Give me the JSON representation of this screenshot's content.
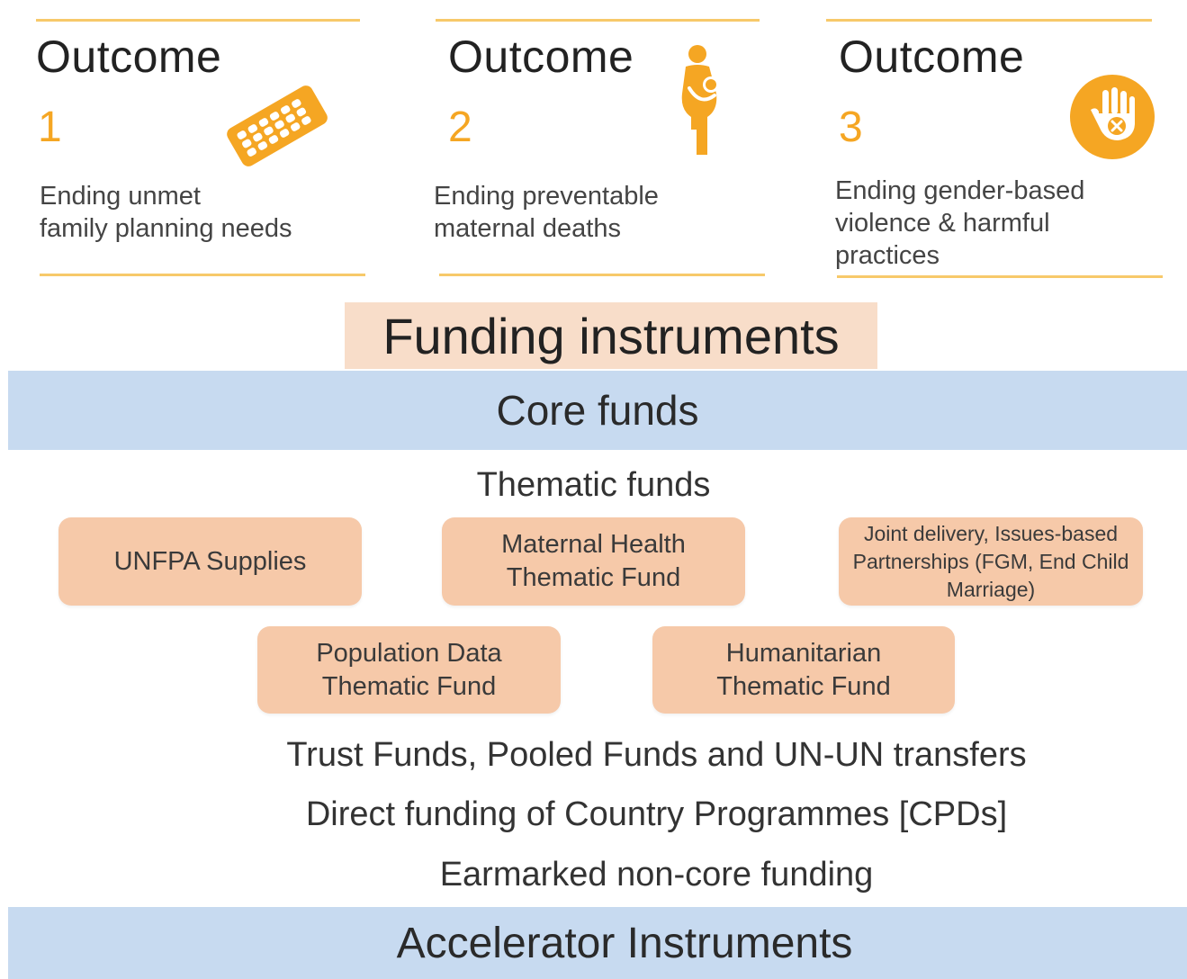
{
  "outcomes": [
    {
      "title": "Outcome",
      "number": "1",
      "description": "Ending unmet\nfamily planning needs",
      "icon": "contraceptive-pill-pack-icon"
    },
    {
      "title": "Outcome",
      "number": "2",
      "description": "Ending preventable\nmaternal deaths",
      "icon": "mother-and-child-icon"
    },
    {
      "title": "Outcome",
      "number": "3",
      "description": "Ending gender-based\nviolence & harmful\npractices",
      "icon": "stop-hand-icon"
    }
  ],
  "funding_instruments_title": "Funding instruments",
  "core_funds": "Core funds",
  "thematic_funds_label": "Thematic funds",
  "thematic_funds": [
    "UNFPA Supplies",
    "Maternal Health\nThematic Fund",
    "Joint delivery, Issues-based\nPartnerships (FGM, End Child\nMarriage)",
    "Population Data\nThematic Fund",
    "Humanitarian\nThematic Fund"
  ],
  "other_funds": [
    "Trust Funds, Pooled Funds and UN-UN transfers",
    "Direct funding of Country Programmes [CPDs]",
    "Earmarked non-core funding"
  ],
  "accelerator_instruments": "Accelerator Instruments",
  "colors": {
    "accent_orange": "#f5a623",
    "rule_gold": "#f7c96a",
    "title_bg_peach": "#f8ddc9",
    "band_blue": "#c7daf0",
    "fund_box_salmon": "#f6c9a9"
  }
}
